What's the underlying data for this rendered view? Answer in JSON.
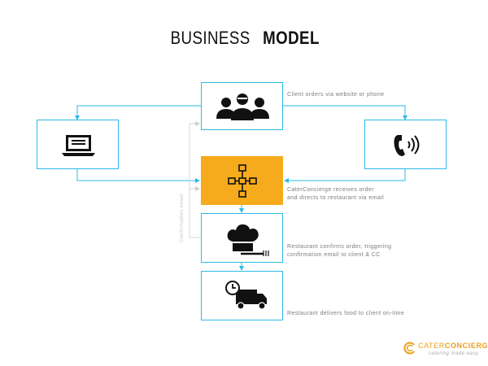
{
  "title": {
    "light": "BUSINESS ",
    "bold": "MODEL"
  },
  "captions": {
    "clients": "Client orders via website or phone",
    "caterconcierge": [
      "CaterConcierge receives order",
      "and directs to restaurant via email"
    ],
    "restaurant": [
      "Restaurant confirms order, triggering",
      "confirmation email to client & CC"
    ],
    "delivery": "Restaurant delivers food to client on-time"
  },
  "side_label": "Confirmation email",
  "logo": {
    "brand_prefix": "CATER",
    "brand_suffix": "CONCIERGE",
    "tagline": "catering made easy"
  },
  "colors": {
    "accent": "#2bbbe6",
    "orange": "#f6ab1c",
    "gold": "#e9a01c"
  },
  "icons": [
    "people-icon",
    "laptop-icon",
    "phone-icon",
    "network-icon",
    "chef-hat-icon",
    "delivery-truck-icon"
  ]
}
